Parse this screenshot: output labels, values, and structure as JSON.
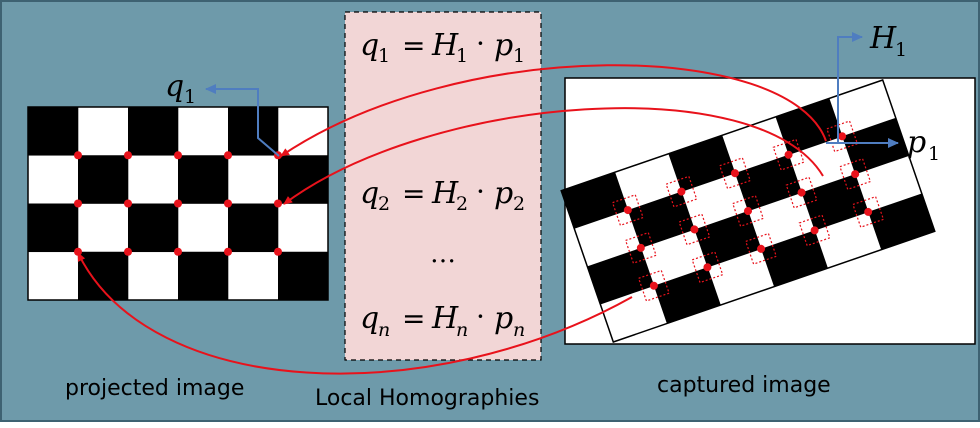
{
  "colors": {
    "background": "#6e9aaa",
    "panel_border": "#3e6272",
    "homography_box": "#f2d6d6",
    "red": "#e8121b",
    "axis_blue": "#4f7dc0",
    "black": "#000000",
    "white": "#ffffff"
  },
  "labels": {
    "projected": "projected image",
    "homographies": "Local Homographies",
    "captured": "captured image"
  },
  "equations": {
    "eq1": {
      "q": "q",
      "q_sub": "1",
      "eq": "=",
      "h": "H",
      "h_sub": "1",
      "dot": "·",
      "p": "p",
      "p_sub": "1"
    },
    "eq2": {
      "q": "q",
      "q_sub": "2",
      "eq": "=",
      "h": "H",
      "h_sub": "2",
      "dot": "·",
      "p": "p",
      "p_sub": "2"
    },
    "ellipsis": "…",
    "eqn": {
      "q": "q",
      "q_sub": "n",
      "eq": "=",
      "h": "H",
      "h_sub": "n",
      "dot": "·",
      "p": "p",
      "p_sub": "n"
    }
  },
  "axis_labels": {
    "q": "q",
    "q_sub": "1",
    "h": "H",
    "h_sub": "1",
    "p": "p",
    "p_sub": "1"
  },
  "checkerboard": {
    "rows": 4,
    "cols": 6
  }
}
